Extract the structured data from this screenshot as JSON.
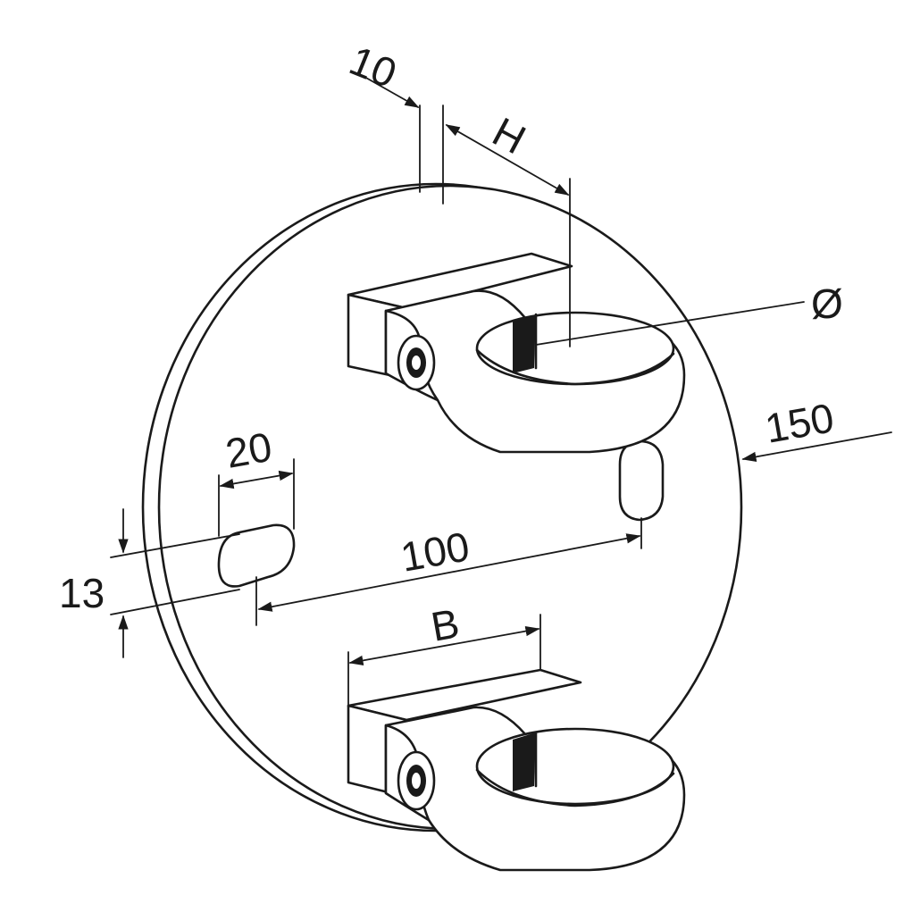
{
  "dimensions": {
    "thickness": "10",
    "height_offset": "H",
    "diameter": "Ø",
    "plate_diameter": "150",
    "slot_length": "20",
    "hole_spacing": "100",
    "slot_width": "13",
    "bracket_width": "B"
  },
  "colors": {
    "line": "#1a1a1a",
    "background": "#ffffff"
  }
}
